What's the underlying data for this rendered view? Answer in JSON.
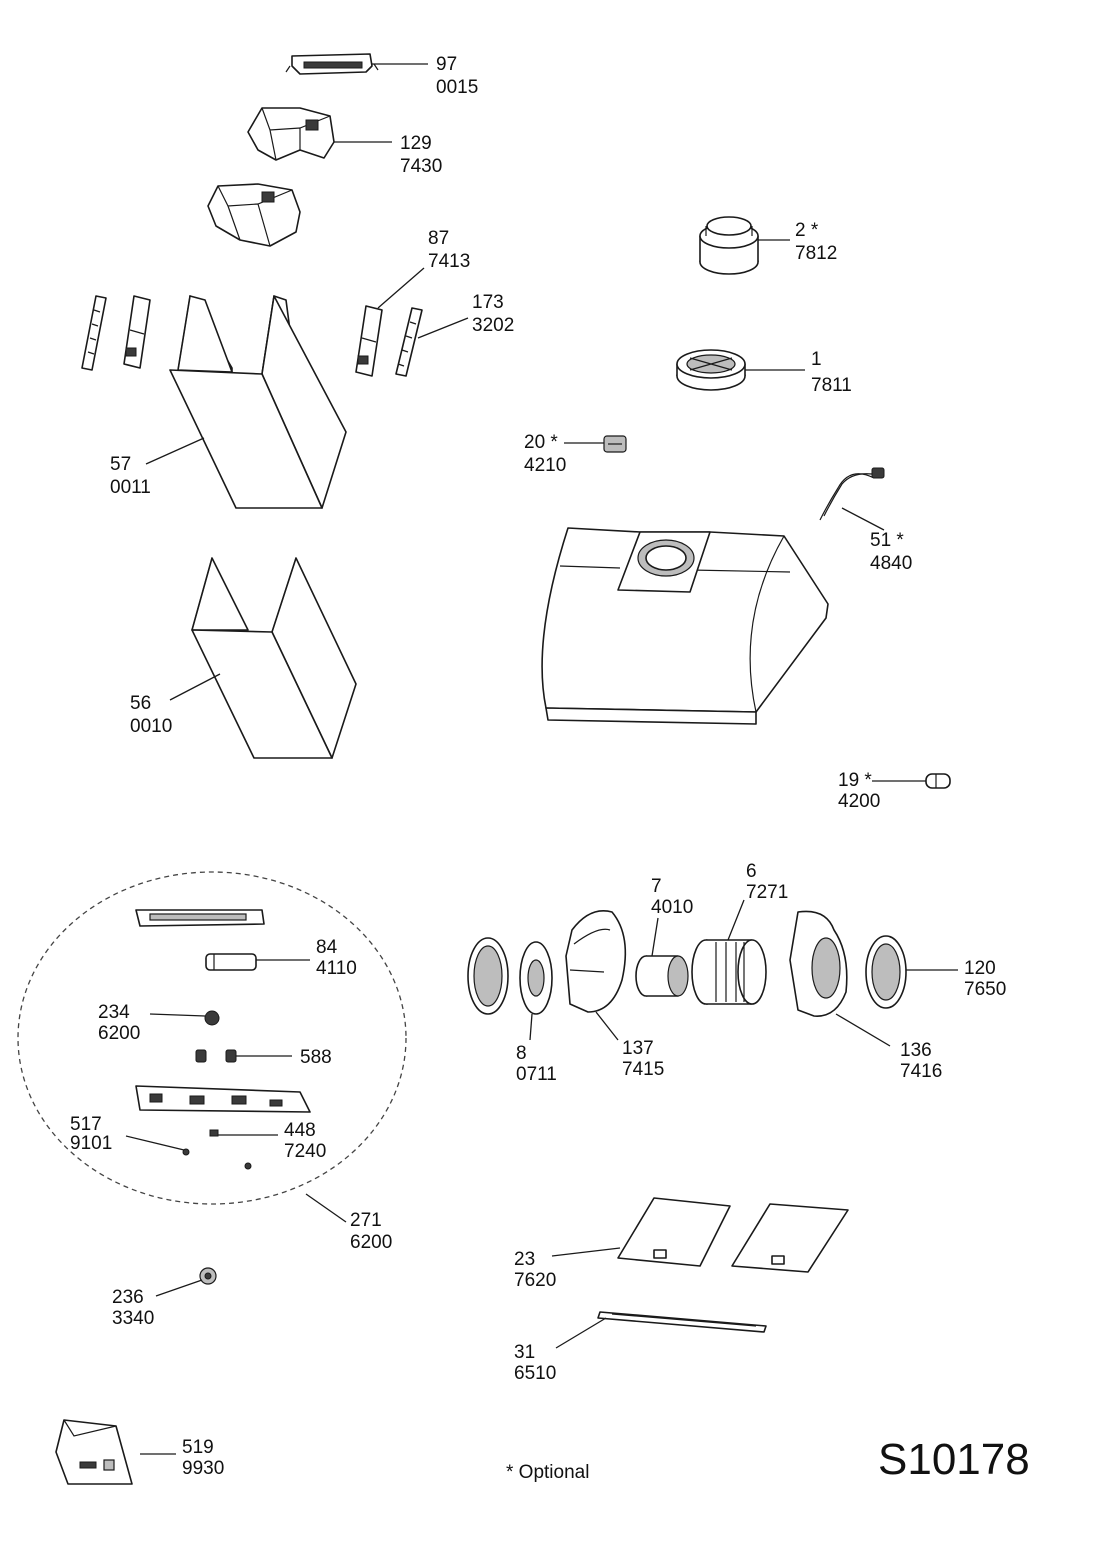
{
  "diagram_code": "S10178",
  "optional_note": "* Optional",
  "callouts": {
    "p97": {
      "ref": "97",
      "code": "0015"
    },
    "p129": {
      "ref": "129",
      "code": "7430"
    },
    "p87": {
      "ref": "87",
      "code": "7413"
    },
    "p173": {
      "ref": "173",
      "code": "3202"
    },
    "p57": {
      "ref": "57",
      "code": "0011"
    },
    "p56": {
      "ref": "56",
      "code": "0010"
    },
    "p2": {
      "ref": "2 *",
      "code": "7812"
    },
    "p1": {
      "ref": "1",
      "code": "7811"
    },
    "p20": {
      "ref": "20 *",
      "code": "4210"
    },
    "p51": {
      "ref": "51 *",
      "code": "4840"
    },
    "p19": {
      "ref": "19 *",
      "code": "4200"
    },
    "p7": {
      "ref": "7",
      "code": "4010"
    },
    "p6": {
      "ref": "6",
      "code": "7271"
    },
    "p120": {
      "ref": "120",
      "code": "7650"
    },
    "p8": {
      "ref": "8",
      "code": "0711"
    },
    "p137": {
      "ref": "137",
      "code": "7415"
    },
    "p136": {
      "ref": "136",
      "code": "7416"
    },
    "p84": {
      "ref": "84",
      "code": "4110"
    },
    "p234": {
      "ref": "234",
      "code": "6200"
    },
    "p588": {
      "ref": "588",
      "code": ""
    },
    "p517": {
      "ref": "517",
      "code": "9101"
    },
    "p448": {
      "ref": "448",
      "code": "7240"
    },
    "p271": {
      "ref": "271",
      "code": "6200"
    },
    "p236": {
      "ref": "236",
      "code": "3340"
    },
    "p23": {
      "ref": "23",
      "code": "7620"
    },
    "p31": {
      "ref": "31",
      "code": "6510"
    },
    "p519": {
      "ref": "519",
      "code": "9930"
    }
  }
}
